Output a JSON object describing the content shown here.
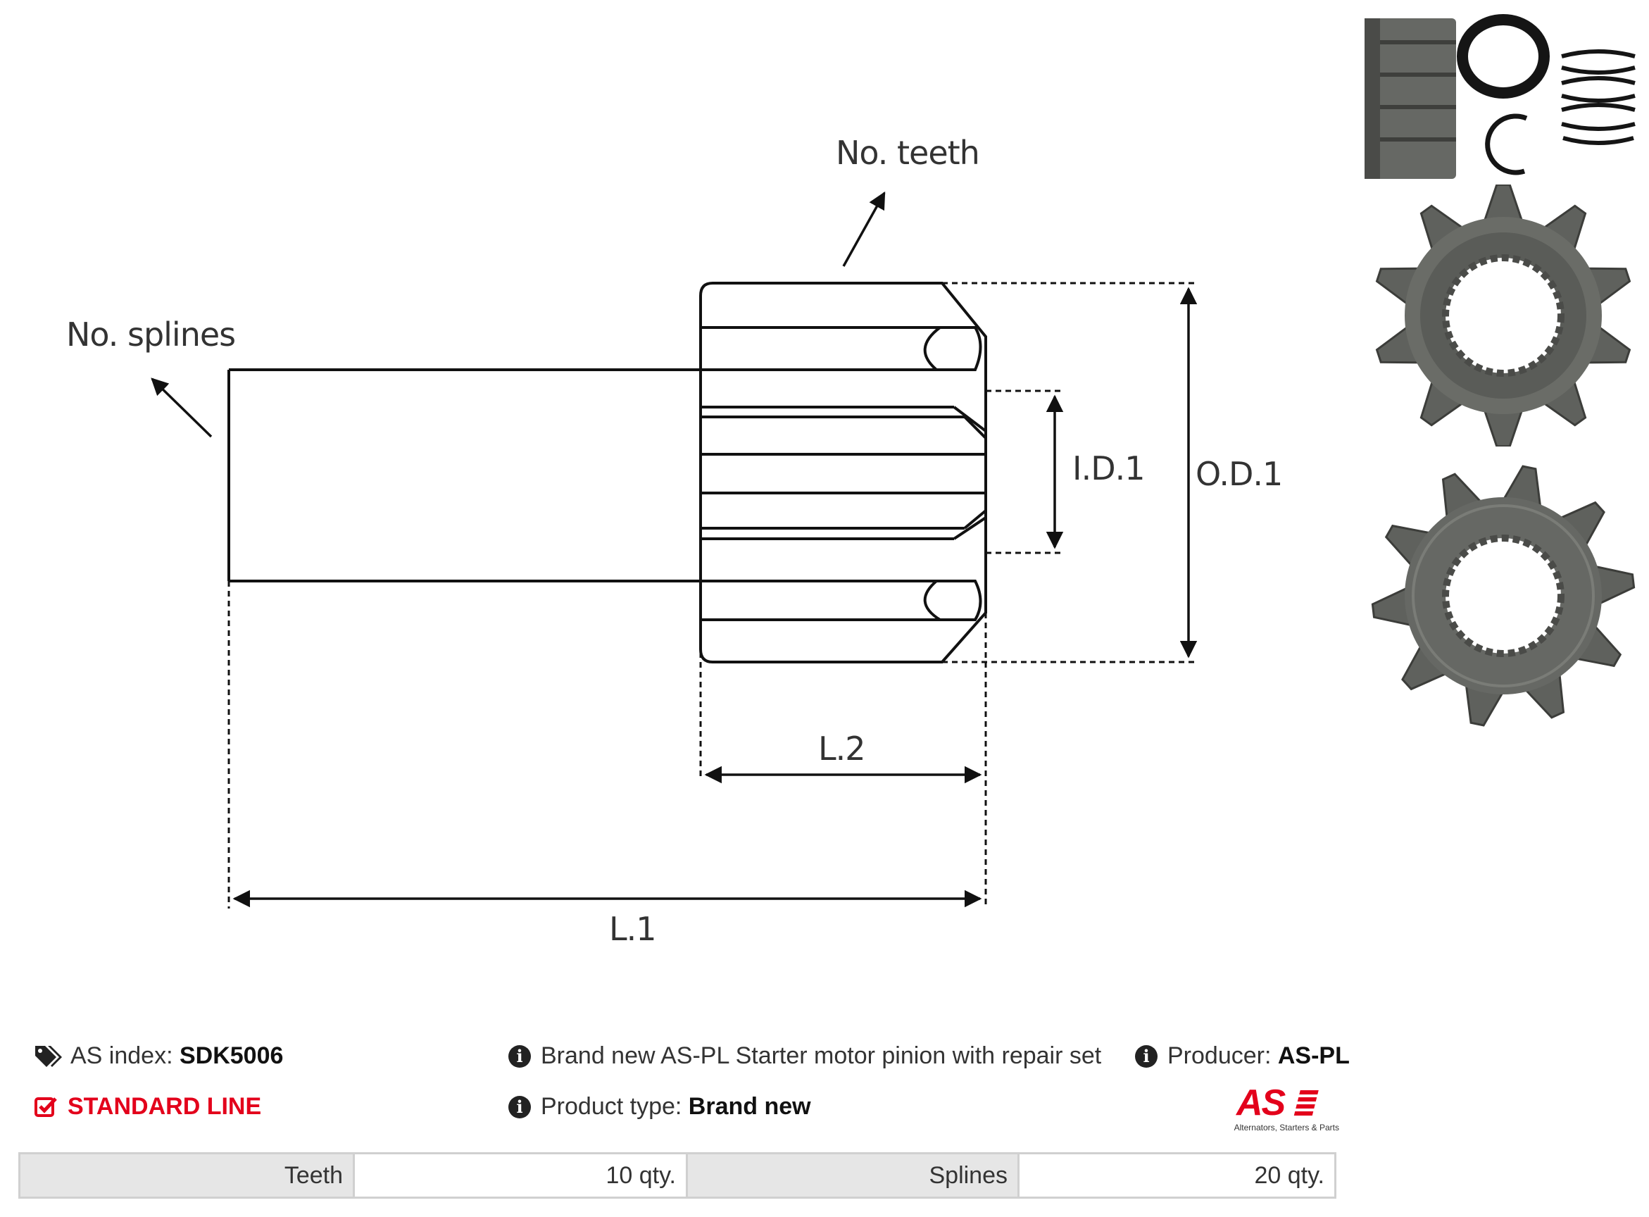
{
  "diagram": {
    "labels": {
      "no_teeth": "No. teeth",
      "no_splines": "No. splines",
      "id1": "I.D.1",
      "od1": "O.D.1",
      "l2": "L.2",
      "l1": "L.1"
    }
  },
  "info": {
    "as_index_label": "AS index:",
    "as_index_value": "SDK5006",
    "line": "STANDARD LINE",
    "description": "Brand new AS-PL Starter motor pinion with repair set",
    "product_type_label": "Product type:",
    "product_type_value": "Brand new",
    "producer_label": "Producer:",
    "producer_value": "AS-PL"
  },
  "logo": {
    "mark": "AS",
    "tagline": "Alternators, Starters & Parts"
  },
  "specs": [
    {
      "label": "Teeth",
      "value": "10 qty."
    },
    {
      "label": "Splines",
      "value": "20 qty."
    }
  ],
  "colors": {
    "accent": "#e3001b",
    "metal": "#5a5c58",
    "table_key_bg": "#e6e6e6",
    "table_border": "#d0d0d0"
  }
}
